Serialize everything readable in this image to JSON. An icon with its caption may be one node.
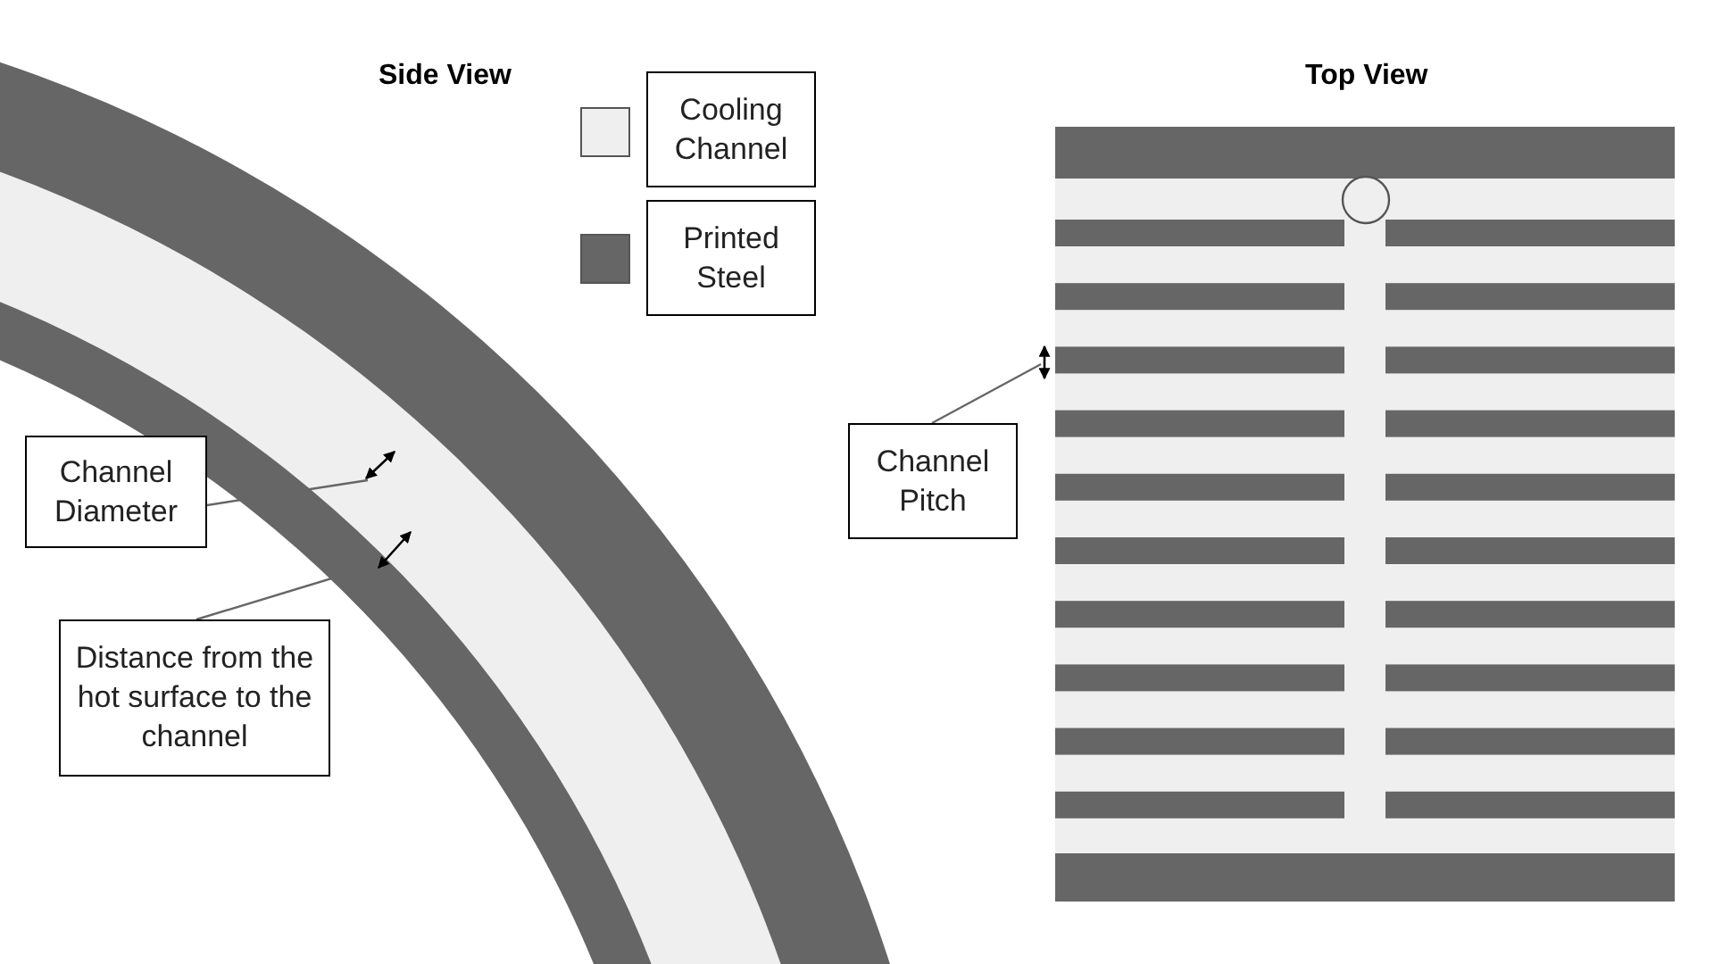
{
  "diagram": {
    "nodes": [
      {
        "text": [
          "Channel Diameter"
        ]
      },
      {
        "text": [
          "Distance from the hot surface to the channel"
        ]
      },
      {
        "text": [
          "Channel Pitch"
        ]
      }
    ],
    "edges": [
      {
        "from": 0,
        "to": null,
        "arrow": "none"
      },
      {
        "from": 1,
        "to": null,
        "arrow": "none"
      },
      {
        "from": 2,
        "to": null,
        "arrow": "none"
      }
    ],
    "labels": [
      "Side View",
      "Top View"
    ],
    "legend": [
      {
        "text": "Cooling Channel",
        "color": "#efefef"
      },
      {
        "text": "Printed Steel",
        "color": "#666666"
      }
    ]
  }
}
